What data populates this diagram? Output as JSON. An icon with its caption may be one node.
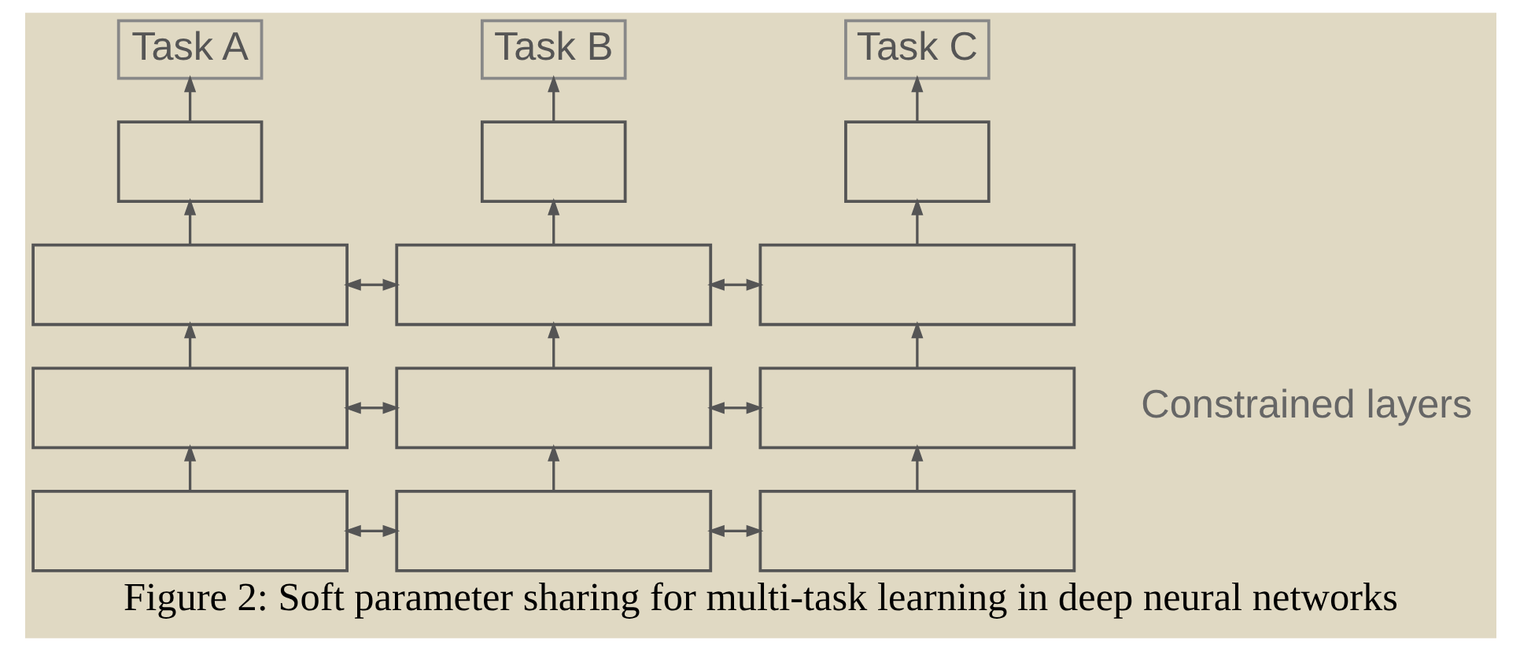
{
  "diagram": {
    "caption": "Figure 2: Soft parameter sharing for multi-task learning in deep neural networks",
    "nodes": [
      {
        "text": [
          "Task A"
        ]
      },
      {
        "text": [
          "Task B"
        ]
      },
      {
        "text": [
          "Task C"
        ]
      },
      {
        "text": [],
        "shape": "box"
      },
      {
        "text": [],
        "shape": "box"
      },
      {
        "text": [],
        "shape": "box"
      },
      {
        "text": [],
        "shape": "box"
      },
      {
        "text": [],
        "shape": "box"
      },
      {
        "text": [],
        "shape": "box"
      },
      {
        "text": [],
        "shape": "box"
      },
      {
        "text": [],
        "shape": "box"
      },
      {
        "text": [],
        "shape": "box"
      },
      {
        "text": [],
        "shape": "box"
      },
      {
        "text": [],
        "shape": "box"
      },
      {
        "text": [],
        "shape": "box"
      }
    ],
    "edges": [
      {
        "from": 3,
        "to": 0,
        "arrow": "to"
      },
      {
        "from": 4,
        "to": 1,
        "arrow": "to"
      },
      {
        "from": 5,
        "to": 2,
        "arrow": "to"
      },
      {
        "from": 6,
        "to": 3,
        "arrow": "to"
      },
      {
        "from": 7,
        "to": 4,
        "arrow": "to"
      },
      {
        "from": 8,
        "to": 5,
        "arrow": "to"
      },
      {
        "from": 9,
        "to": 6,
        "arrow": "to"
      },
      {
        "from": 10,
        "to": 7,
        "arrow": "to"
      },
      {
        "from": 11,
        "to": 8,
        "arrow": "to"
      },
      {
        "from": 12,
        "to": 9,
        "arrow": "to"
      },
      {
        "from": 13,
        "to": 10,
        "arrow": "to"
      },
      {
        "from": 14,
        "to": 11,
        "arrow": "to"
      },
      {
        "from": 6,
        "to": 7,
        "arrow": "both"
      },
      {
        "from": 7,
        "to": 8,
        "arrow": "both"
      },
      {
        "from": 9,
        "to": 10,
        "arrow": "both"
      },
      {
        "from": 10,
        "to": 11,
        "arrow": "both"
      },
      {
        "from": 12,
        "to": 13,
        "arrow": "both"
      },
      {
        "from": 13,
        "to": 14,
        "arrow": "both"
      }
    ],
    "labels": [
      "Constrained layers"
    ]
  }
}
